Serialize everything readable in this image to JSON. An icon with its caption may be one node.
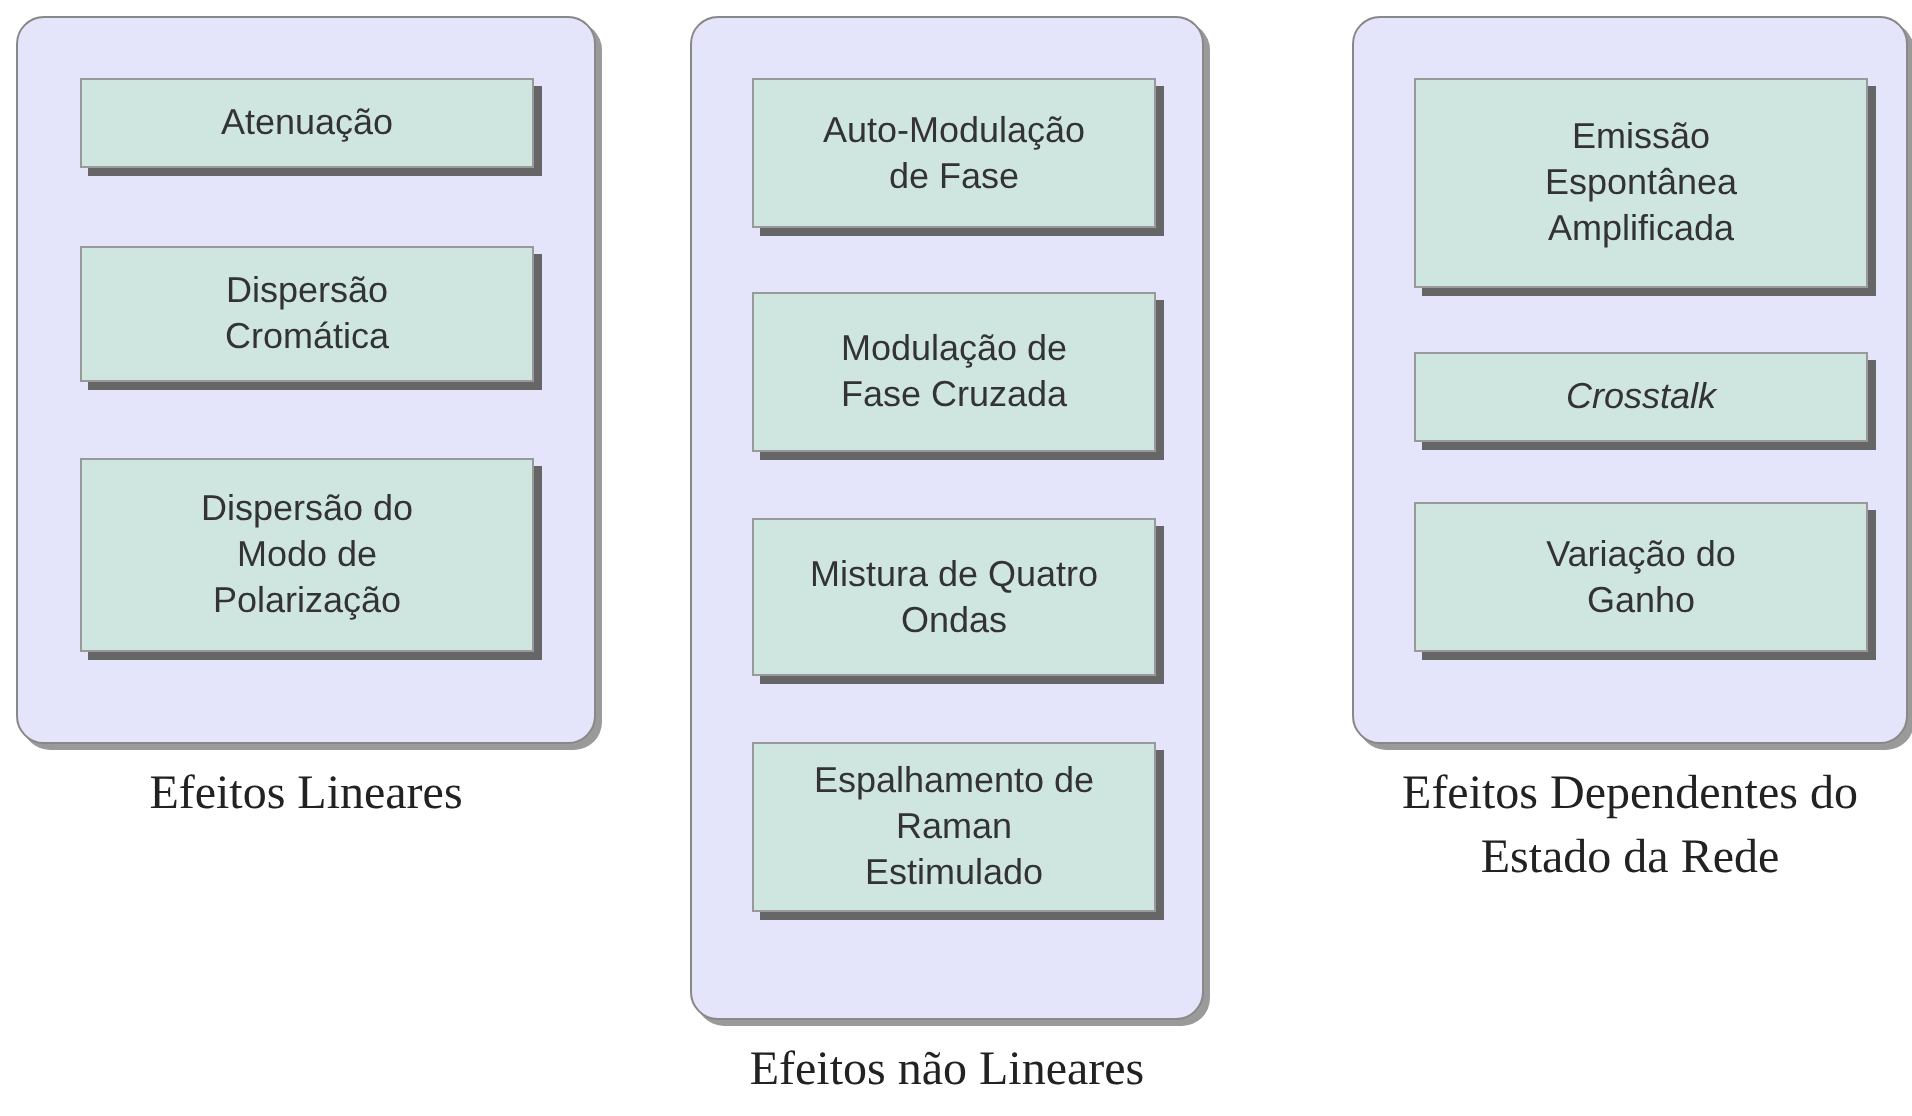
{
  "diagram": {
    "nodes": [
      {
        "text": [
          "Efeitos Lineares"
        ]
      },
      {
        "text": [
          "Atenuação"
        ],
        "in": 0
      },
      {
        "text": [
          "Dispersão Cromática"
        ],
        "in": 0
      },
      {
        "text": [
          "Dispersão do Modo de Polarização"
        ],
        "in": 0
      },
      {
        "text": [
          "Efeitos não Lineares"
        ]
      },
      {
        "text": [
          "Auto-Modulação de Fase"
        ],
        "in": 4
      },
      {
        "text": [
          "Modulação de Fase Cruzada"
        ],
        "in": 4
      },
      {
        "text": [
          "Mistura de Quatro Ondas"
        ],
        "in": 4
      },
      {
        "text": [
          "Espalhamento de Raman Estimulado"
        ],
        "in": 4
      },
      {
        "text": [
          "Efeitos Dependentes do Estado da Rede"
        ]
      },
      {
        "text": [
          "Emissão Espontânea Amplificada"
        ],
        "in": 9
      },
      {
        "text": [
          "*Crosstalk*"
        ],
        "in": 9
      },
      {
        "text": [
          "Variação do Ganho"
        ],
        "in": 9
      }
    ]
  }
}
